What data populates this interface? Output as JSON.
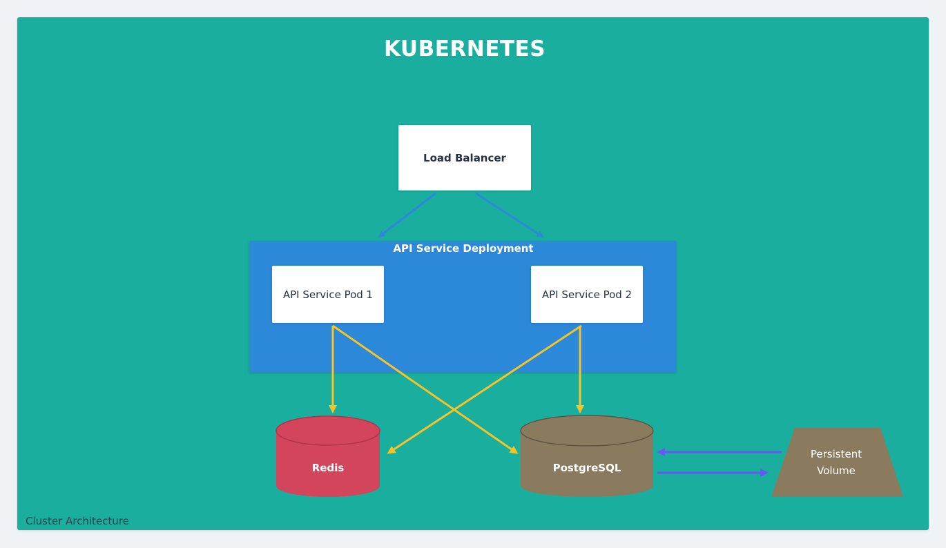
{
  "cluster": {
    "title": "KUBERNETES",
    "caption": "Cluster Architecture"
  },
  "load_balancer": {
    "label": "Load Balancer"
  },
  "deployment": {
    "label": "API Service Deployment",
    "pods": [
      {
        "label": "API Service Pod 1"
      },
      {
        "label": "API Service Pod 2"
      }
    ]
  },
  "datastores": {
    "redis": {
      "label": "Redis"
    },
    "postgres": {
      "label": "PostgreSQL"
    },
    "volume": {
      "line1": "Persistent",
      "line2": "Volume"
    }
  },
  "colors": {
    "cluster_bg": "#1aae9f",
    "deployment_bg": "#2c88d9",
    "redis": "#d3455b",
    "postgres": "#8b7b5e",
    "volume": "#8b7b5e",
    "lb_edges": "#2c88d9",
    "pod_edges": "#f7c325",
    "volume_edges": "#6558f5"
  }
}
